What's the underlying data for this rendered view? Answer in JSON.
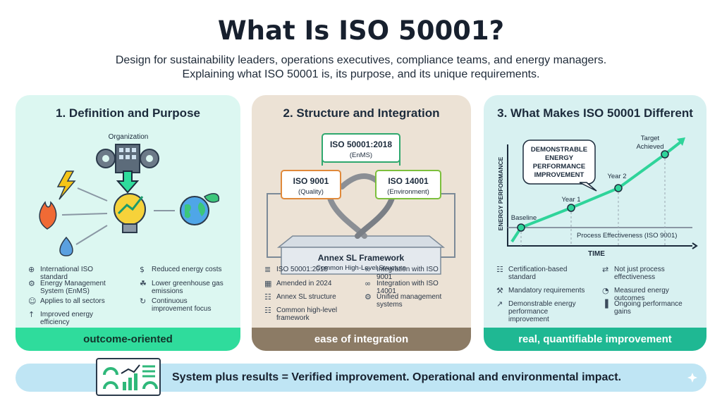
{
  "header": {
    "title": "What Is ISO 50001?",
    "subtitle_1": "Design for sustainability leaders, operations executives, compliance teams, and energy managers.",
    "subtitle_2": "Explaining what ISO 50001 is, its purpose, and its unique requirements."
  },
  "panel1": {
    "title": "1. Definition and Purpose",
    "org_label": "Organization",
    "items_left": [
      {
        "icon": "globe-icon",
        "text": "International ISO standard"
      },
      {
        "icon": "gear-icon",
        "text": "Energy Management System (EnMS)"
      },
      {
        "icon": "people-icon",
        "text": "Applies to all sectors"
      },
      {
        "icon": "arrow-up-icon",
        "text": "Improved energy efficiency"
      }
    ],
    "items_right": [
      {
        "icon": "dollar-icon",
        "text": "Reduced energy costs"
      },
      {
        "icon": "leaf-icon",
        "text": "Lower greenhouse gas emissions"
      },
      {
        "icon": "cycle-icon",
        "text": "Continuous improvement focus"
      }
    ],
    "footer": "outcome-oriented"
  },
  "panel2": {
    "title": "2. Structure and Integration",
    "iso50001": "ISO 50001:2018",
    "iso50001_sub": "(EnMS)",
    "iso9001": "ISO 9001",
    "iso9001_sub": "(Quality)",
    "iso14001": "ISO 14001",
    "iso14001_sub": "(Environment)",
    "annex": "Annex SL Framework",
    "annex_sub": "Common High-Level Structure",
    "items_left": [
      {
        "icon": "document-icon",
        "text": "ISO 50001:2018"
      },
      {
        "icon": "calendar-icon",
        "text": "Amended in 2024"
      },
      {
        "icon": "hierarchy-icon",
        "text": "Annex SL structure"
      },
      {
        "icon": "hierarchy-icon",
        "text": "Common high-level framework"
      }
    ],
    "items_right": [
      {
        "icon": "link-icon",
        "text": "Integration with ISO 9001"
      },
      {
        "icon": "link-icon",
        "text": "Integration with ISO 14001"
      },
      {
        "icon": "gear-icon",
        "text": "Unified management systems"
      }
    ],
    "footer": "ease of integration"
  },
  "panel3": {
    "title": "3. What Makes ISO 50001 Different",
    "callout": [
      "DEMONSTRABLE",
      "ENERGY",
      "PERFORMANCE",
      "IMPROVEMENT"
    ],
    "ylabel": "ENERGY PERFORMANCE",
    "xlabel": "TIME",
    "points": {
      "baseline": "Baseline",
      "year1": "Year 1",
      "year2": "Year 2",
      "target_1": "Target",
      "target_2": "Achieved"
    },
    "process_line": "Process Effectiveness (ISO 9001)",
    "items_left": [
      {
        "icon": "certificate-icon",
        "text": "Certification-based standard"
      },
      {
        "icon": "gavel-icon",
        "text": "Mandatory requirements"
      },
      {
        "icon": "trend-icon",
        "text": "Demonstrable energy performance improvement"
      }
    ],
    "items_right": [
      {
        "icon": "arrows-icon",
        "text": "Not just process effectiveness"
      },
      {
        "icon": "gauge-icon",
        "text": "Measured energy outcomes"
      },
      {
        "icon": "chart-icon",
        "text": "Ongoing performance gains"
      }
    ],
    "footer": "real, quantifiable improvement"
  },
  "bottom": {
    "text": "System plus results = Verified improvement. Operational and environmental impact."
  },
  "colors": {
    "accent_green": "#2fdc9c",
    "brown": "#8c7b65",
    "teal": "#1fb893",
    "navy": "#1c2b3c"
  }
}
